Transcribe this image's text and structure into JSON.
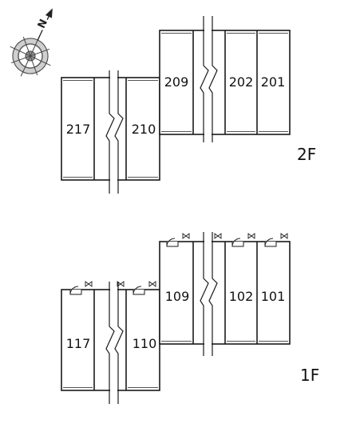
{
  "compass": {
    "north_label": "N"
  },
  "floors": [
    {
      "label": "2F",
      "rooms": [
        "217",
        "210",
        "209",
        "202",
        "201"
      ]
    },
    {
      "label": "1F",
      "rooms": [
        "117",
        "110",
        "109",
        "102",
        "101"
      ]
    }
  ]
}
